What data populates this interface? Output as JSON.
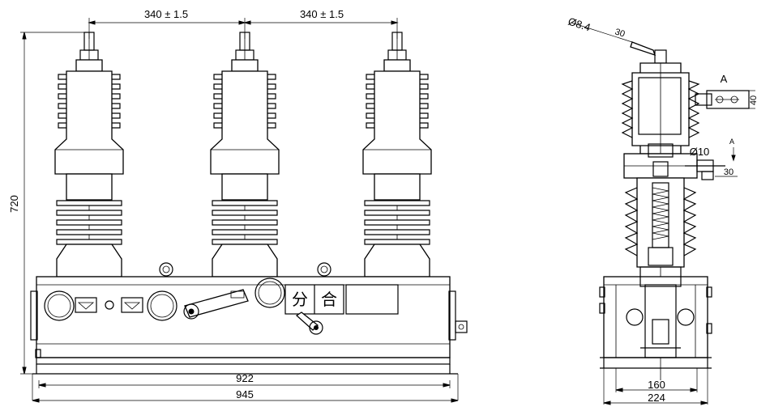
{
  "front_view": {
    "dim_spacing_left": "340 ± 1.5",
    "dim_spacing_right": "340 ± 1.5",
    "dim_height": "720",
    "dim_inner_width": "922",
    "dim_outer_width": "945",
    "open_label": "分",
    "close_label": "合"
  },
  "side_view": {
    "dim_rod_diameter": "Ø8.4",
    "dim_rod_length": "30",
    "detail_label": "A",
    "detail_height": "40",
    "dim_pin_diameter": "Ø10",
    "section_label": "A",
    "dim_offset": "30",
    "dim_inner_base": "160",
    "dim_outer_base": "224"
  }
}
